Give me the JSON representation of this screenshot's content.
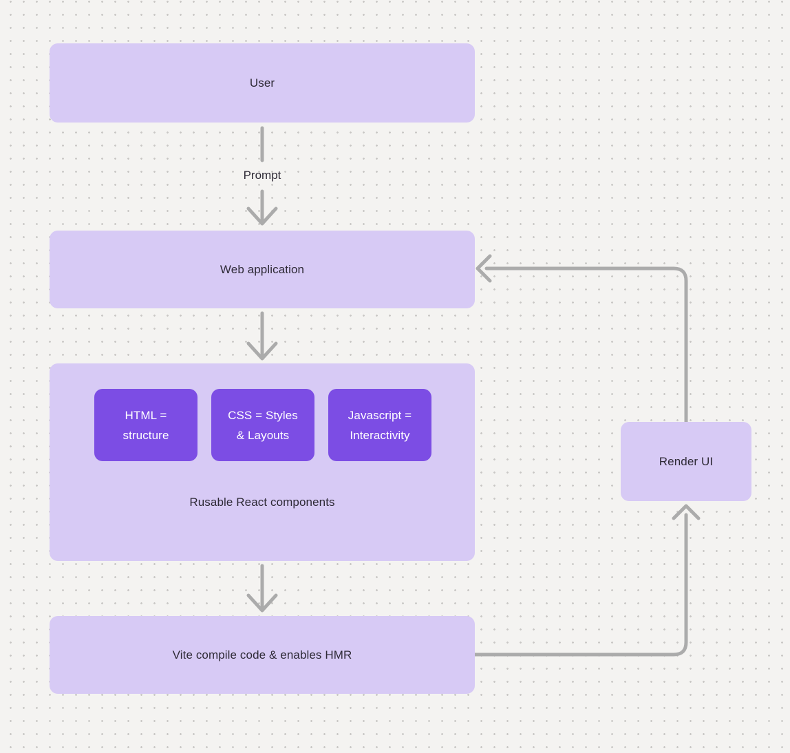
{
  "colors": {
    "bg": "#f4f3f1",
    "dot": "#c9c7c5",
    "box_light": "#d7caf5",
    "box_accent": "#7c4de4",
    "arrow": "#ababab",
    "text_dark": "#2e2a36",
    "text_light": "#ffffff"
  },
  "nodes": {
    "user": {
      "label": "User"
    },
    "web_application": {
      "label": "Web application"
    },
    "components": {
      "caption": "Rusable React components",
      "children": [
        {
          "line1": "HTML =",
          "line2": "structure"
        },
        {
          "line1": "CSS = Styles",
          "line2": "& Layouts"
        },
        {
          "line1": "Javascript =",
          "line2": "Interactivity"
        }
      ]
    },
    "vite": {
      "label": "Vite compile code & enables HMR"
    },
    "render_ui": {
      "label": "Render UI"
    }
  },
  "edges": {
    "prompt_label": "Prompt"
  }
}
